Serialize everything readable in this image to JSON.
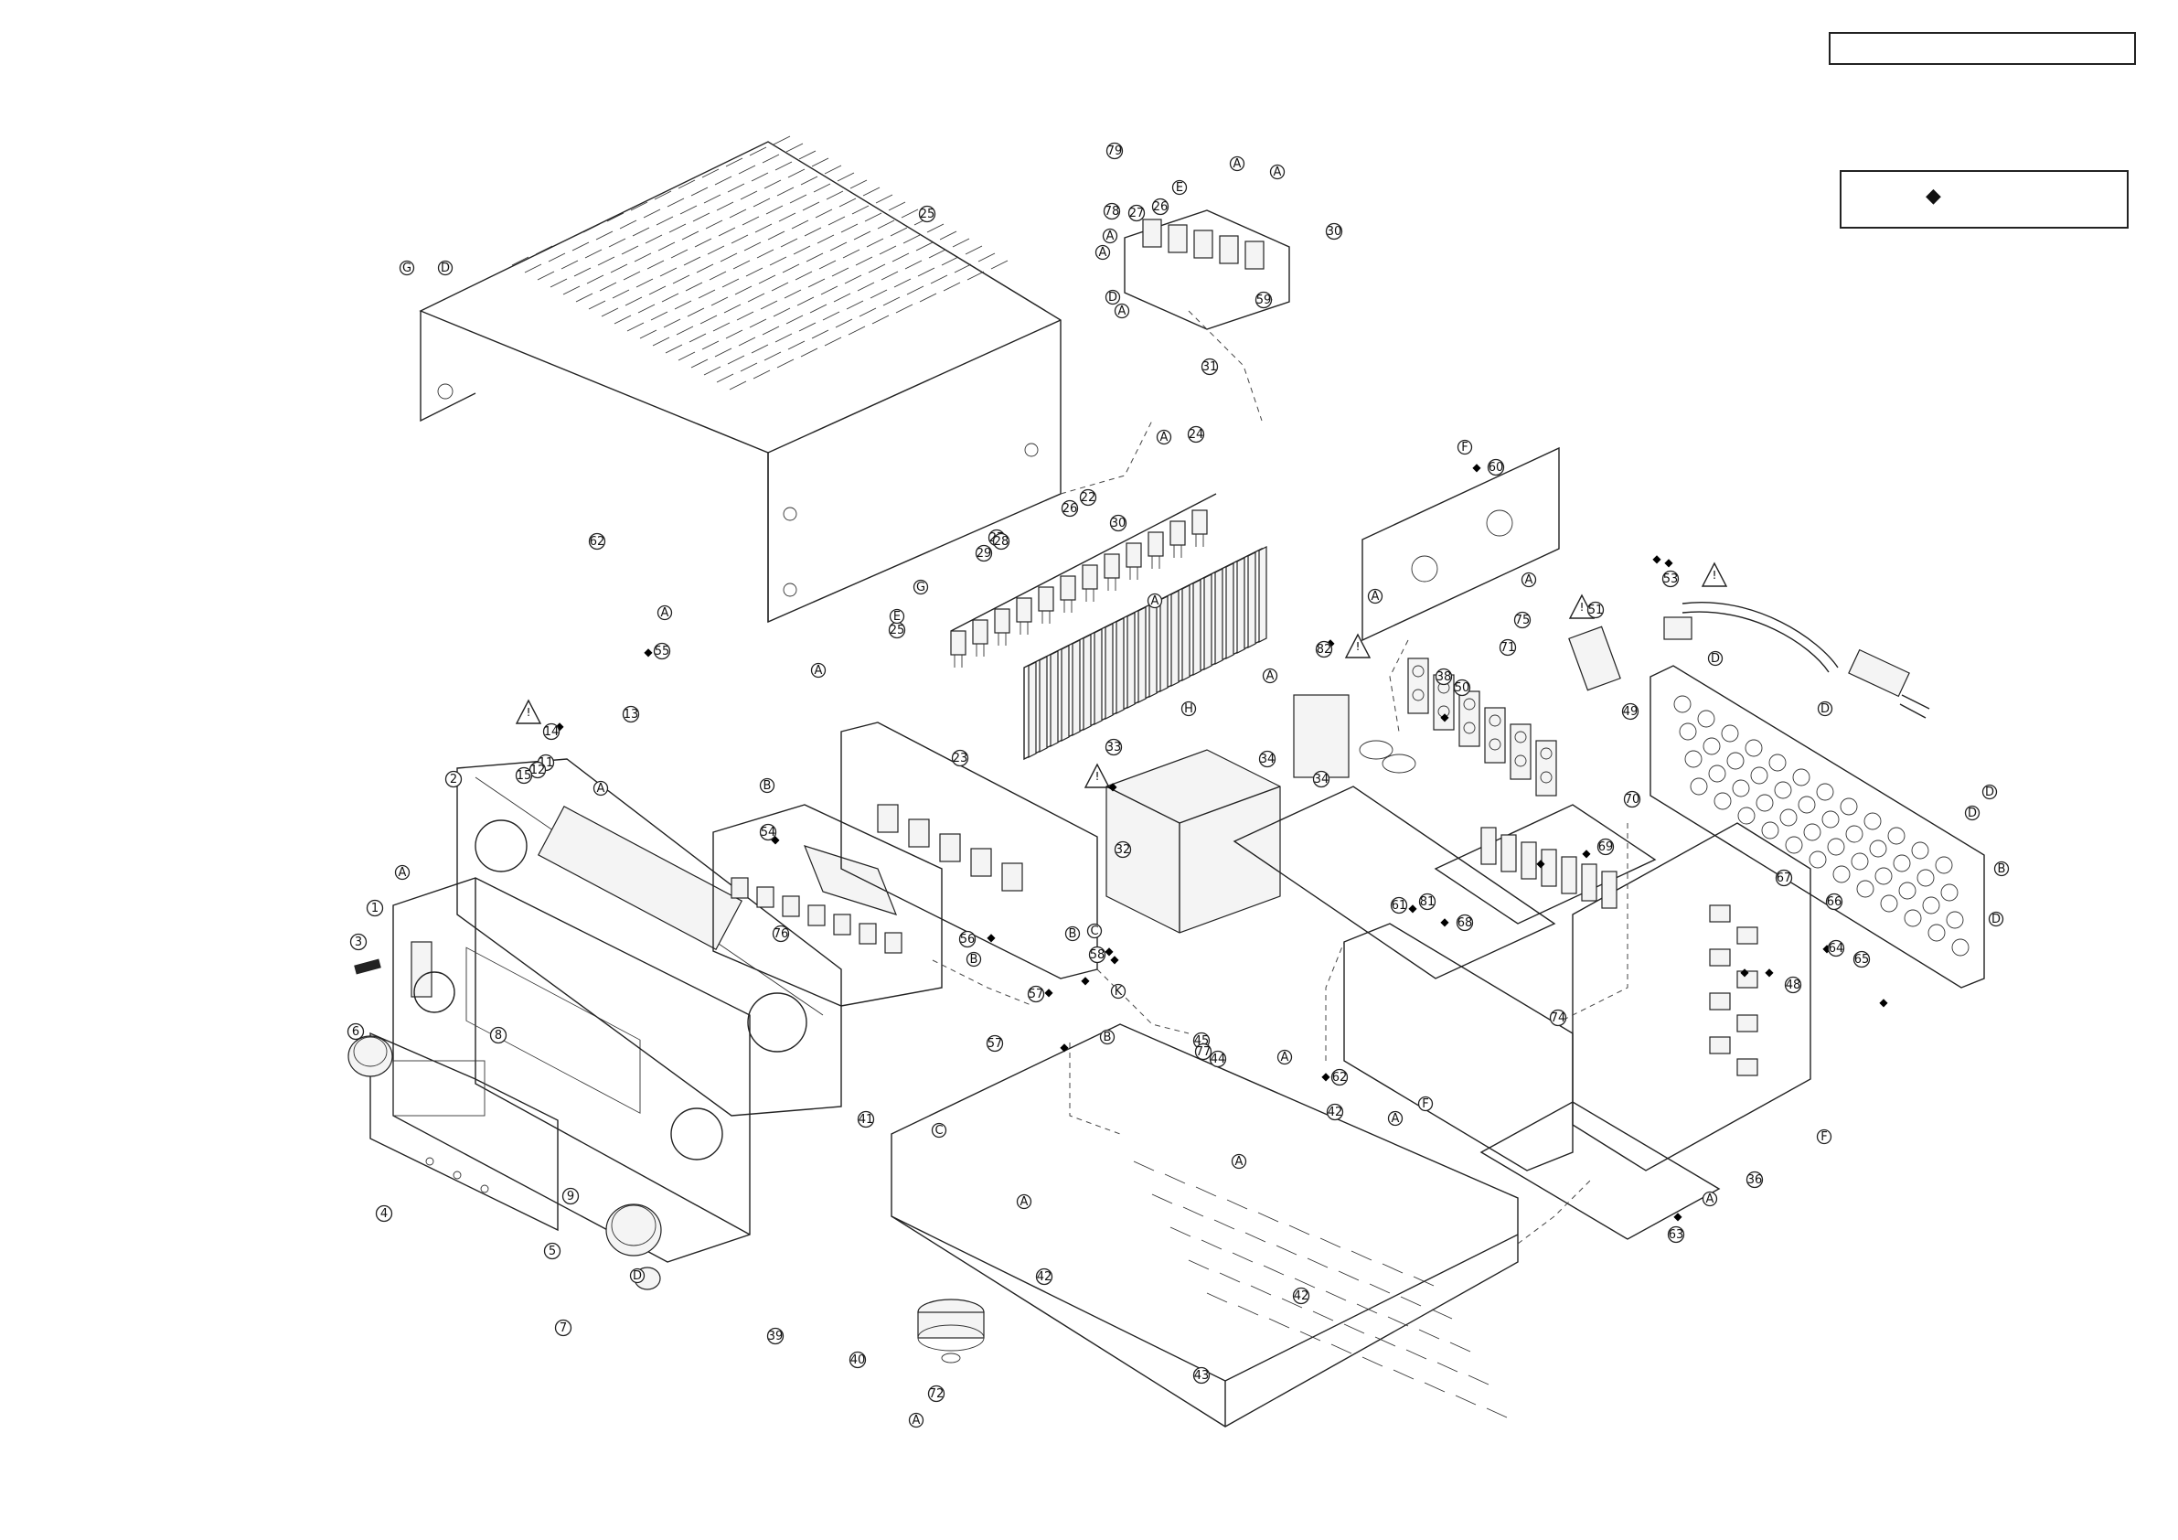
{
  "title_box": {
    "text": ""
  },
  "legend": {
    "symbol": "◆",
    "text": ""
  },
  "colors": {
    "line": "#222222",
    "background": "#ffffff"
  },
  "warning_symbol": "!",
  "diamond_symbol": "◆",
  "callouts": [
    "1",
    "2",
    "3",
    "4",
    "5",
    "6",
    "7",
    "8",
    "9",
    "11",
    "12",
    "13",
    "14",
    "15",
    "22",
    "23",
    "24",
    "25",
    "25",
    "26",
    "26",
    "27",
    "27",
    "28",
    "29",
    "30",
    "30",
    "31",
    "32",
    "33",
    "34",
    "34",
    "36",
    "38",
    "39",
    "40",
    "41",
    "42",
    "42",
    "42",
    "43",
    "44",
    "45",
    "48",
    "49",
    "50",
    "51",
    "53",
    "54",
    "55",
    "56",
    "57",
    "57",
    "58",
    "59",
    "60",
    "61",
    "62",
    "62",
    "63",
    "64",
    "65",
    "66",
    "67",
    "68",
    "69",
    "70",
    "71",
    "72",
    "74",
    "75",
    "76",
    "77",
    "78",
    "79",
    "81",
    "82"
  ],
  "letter_markers": [
    "A",
    "A",
    "A",
    "A",
    "A",
    "A",
    "A",
    "A",
    "A",
    "A",
    "A",
    "A",
    "A",
    "A",
    "A",
    "A",
    "A",
    "A",
    "A",
    "A",
    "B",
    "B",
    "B",
    "B",
    "B",
    "C",
    "C",
    "D",
    "D",
    "D",
    "D",
    "D",
    "D",
    "D",
    "D",
    "E",
    "E",
    "F",
    "F",
    "F",
    "G",
    "G",
    "H",
    "K"
  ]
}
